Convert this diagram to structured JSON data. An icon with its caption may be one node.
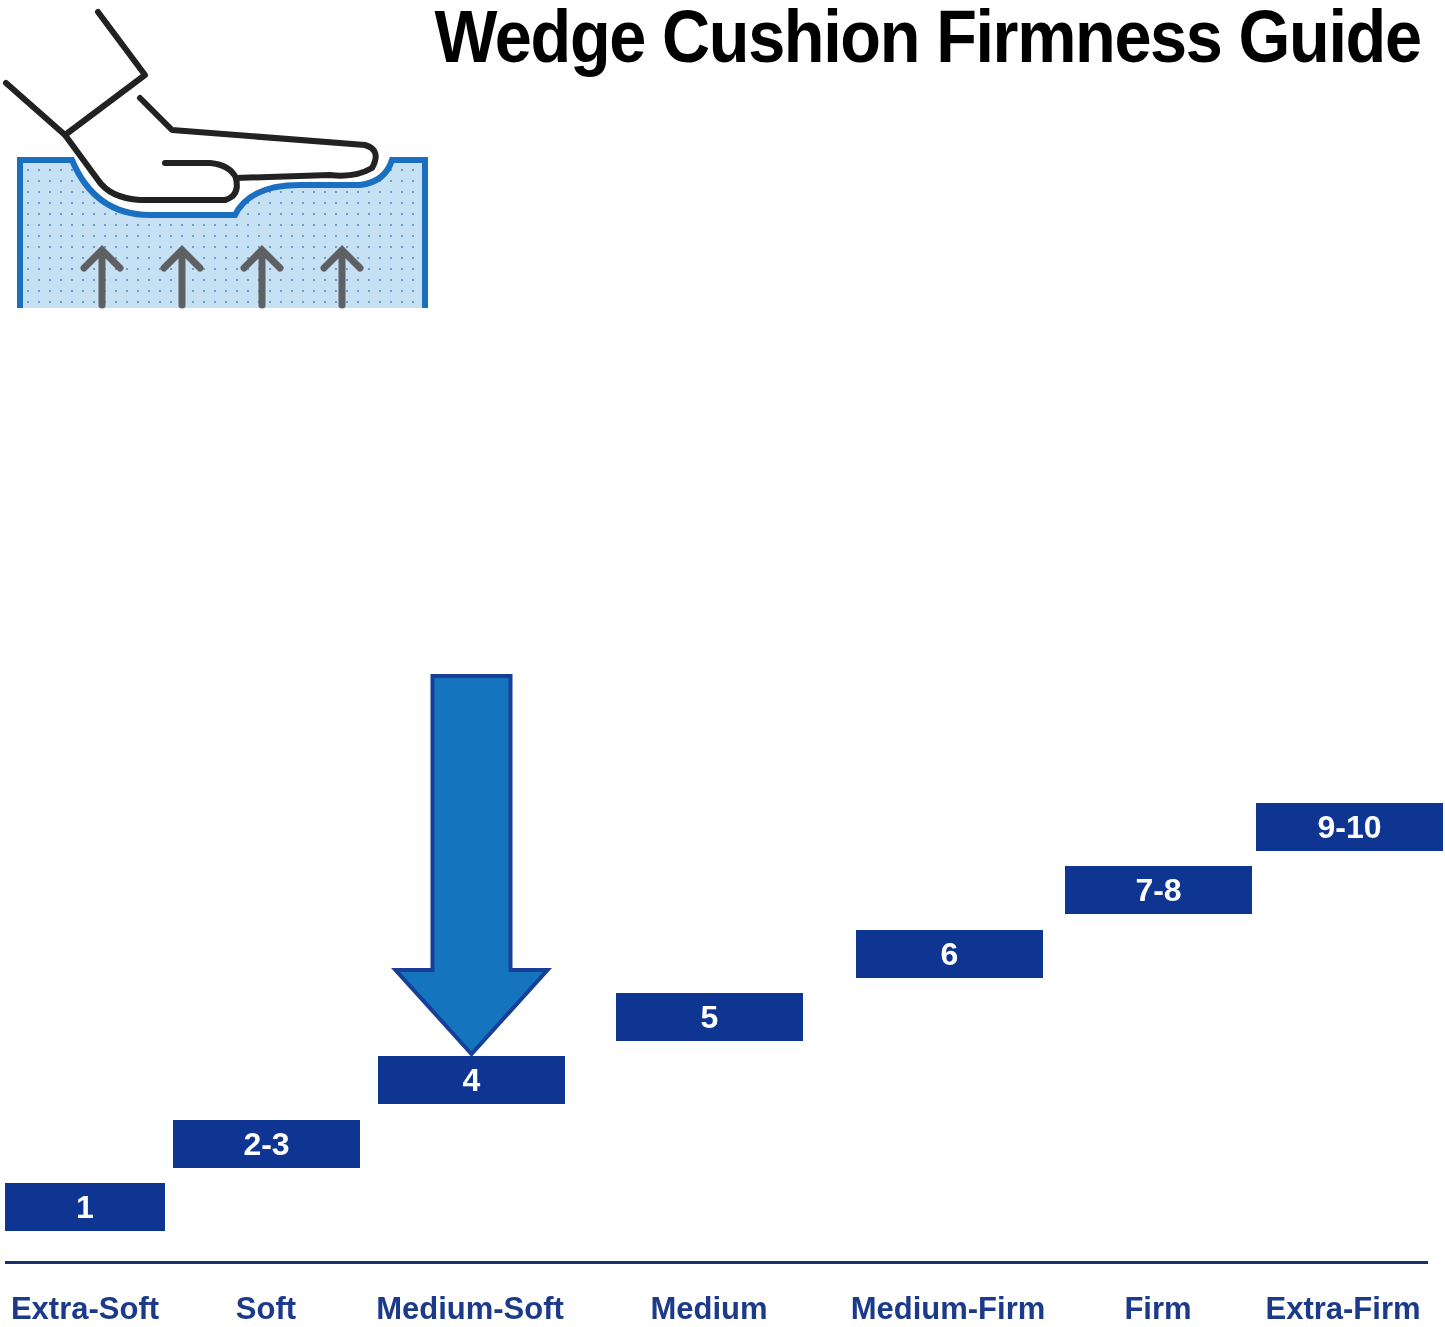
{
  "diagram": {
    "title": "Wedge Cushion Firmness Guide",
    "nodes": [
      {
        "text": [
          "1"
        ]
      },
      {
        "text": [
          "2-3"
        ]
      },
      {
        "text": [
          "4"
        ]
      },
      {
        "text": [
          "5"
        ]
      },
      {
        "text": [
          "6"
        ]
      },
      {
        "text": [
          "7-8"
        ]
      },
      {
        "text": [
          "9-10"
        ]
      }
    ],
    "edges": [
      {
        "from": null,
        "to": 2,
        "arrow": "to",
        "style": "thick"
      }
    ],
    "labels": [
      "Extra-Soft",
      "Soft",
      "Medium-Soft",
      "Medium",
      "Medium-Firm",
      "Firm",
      "Extra-Firm"
    ]
  }
}
